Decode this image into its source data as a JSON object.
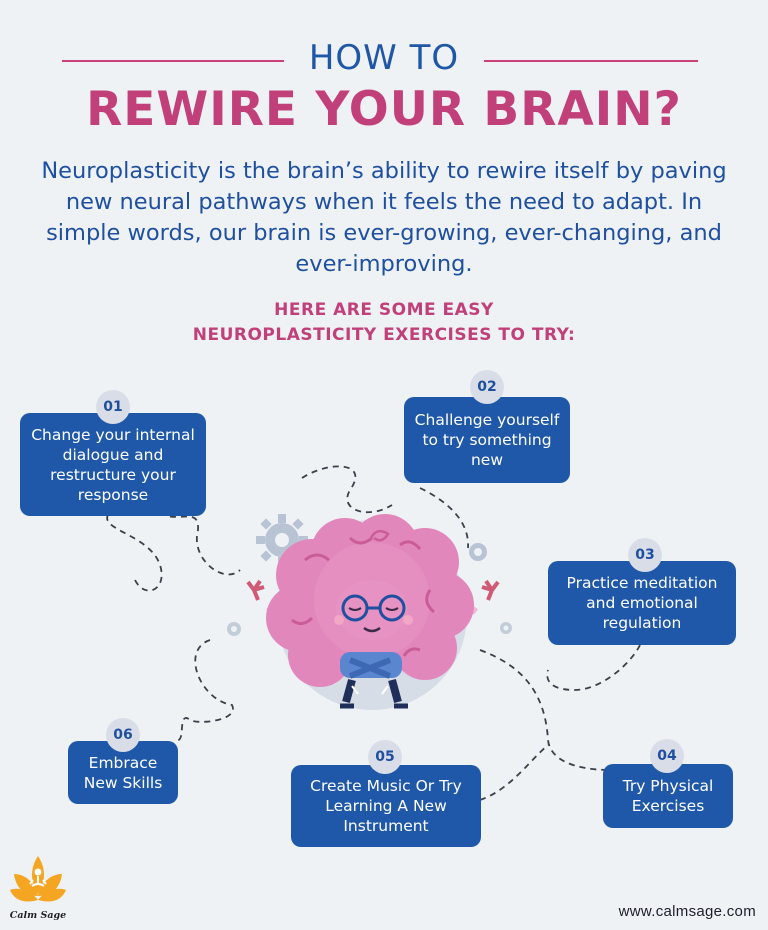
{
  "header": {
    "kicker": "HOW TO",
    "title": "REWIRE YOUR BRAIN?",
    "intro": "Neuroplasticity is the brain’s ability to rewire itself by paving new neural pathways when it feels the need to adapt. In simple words, our brain is ever-growing, ever-changing, and ever-improving.",
    "subhead_line1": "HERE ARE SOME EASY",
    "subhead_line2": "NEUROPLASTICITY EXERCISES TO TRY:"
  },
  "exercises": [
    {
      "number": "01",
      "text": "Change your internal dialogue and restructure your response"
    },
    {
      "number": "02",
      "text": "Challenge yourself to try something new"
    },
    {
      "number": "03",
      "text": "Practice meditation and emotional regulation"
    },
    {
      "number": "04",
      "text": "Try Physical Exercises"
    },
    {
      "number": "05",
      "text": "Create Music Or Try Learning A New Instrument"
    },
    {
      "number": "06",
      "text": "Embrace New Skills"
    }
  ],
  "footer": {
    "brand": "Calm Sage",
    "url": "www.calmsage.com"
  },
  "colors": {
    "background": "#eef2f5",
    "accent_pink": "#c2407a",
    "accent_blue": "#1f58a8",
    "badge": "#d9dde7"
  },
  "icons": [
    "gear-icon",
    "brain-character-illustration",
    "lotus-logo-icon"
  ]
}
